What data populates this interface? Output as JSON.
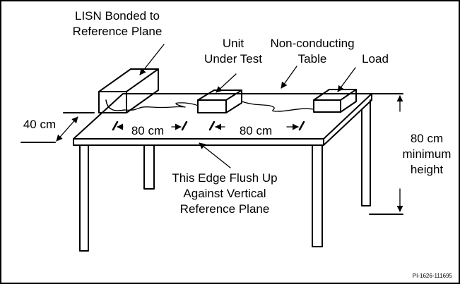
{
  "labels": {
    "lisn_line1": "LISN Bonded to",
    "lisn_line2": "Reference Plane",
    "unit_line1": "Unit",
    "unit_line2": "Under Test",
    "table_line1": "Non-conducting",
    "table_line2": "Table",
    "load": "Load",
    "dim_40": "40 cm",
    "dim_80_left": "80 cm",
    "dim_80_right": "80 cm",
    "height_line1": "80 cm",
    "height_line2": "minimum",
    "height_line3": "height",
    "edge_line1": "This Edge Flush Up",
    "edge_line2": "Against Vertical",
    "edge_line3": "Reference Plane",
    "figure_id": "PI-1626-111695"
  }
}
